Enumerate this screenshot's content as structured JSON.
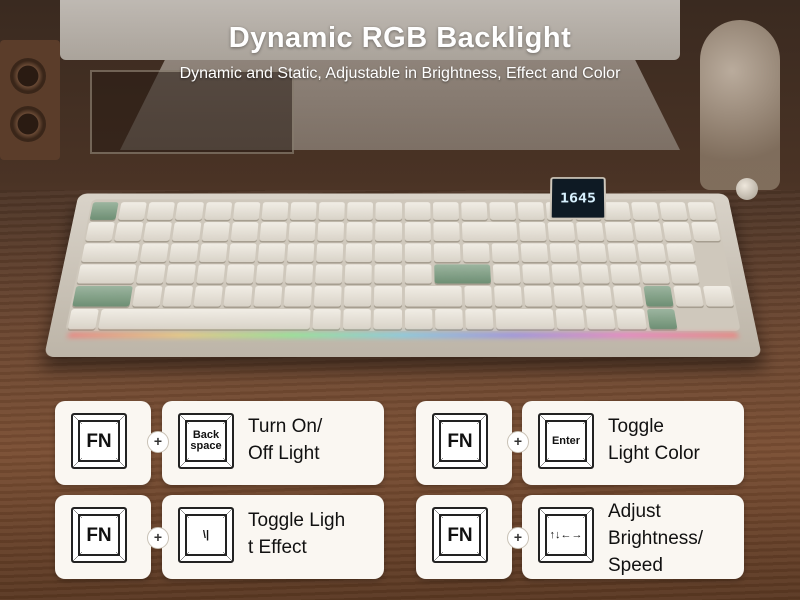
{
  "header": {
    "title": "Dynamic RGB Backlight",
    "subtitle": "Dynamic and Static, Adjustable in Brightness, Effect and Color"
  },
  "keyboard": {
    "screen_time": "1645"
  },
  "shortcuts": [
    {
      "modifier": "FN",
      "plus": "+",
      "key": "Back space",
      "desc_line1": "Turn On/",
      "desc_line2": "Off Light",
      "desc_line3": ""
    },
    {
      "modifier": "FN",
      "plus": "+",
      "key": "Enter",
      "desc_line1": "Toggle",
      "desc_line2": "Light Color",
      "desc_line3": ""
    },
    {
      "modifier": "FN",
      "plus": "+",
      "key": "\\|",
      "desc_line1": "Toggle Ligh",
      "desc_line2": "t Effect",
      "desc_line3": ""
    },
    {
      "modifier": "FN",
      "plus": "+",
      "key": "↑↓←→",
      "desc_line1": "Adjust",
      "desc_line2": "Brightness/",
      "desc_line3": "Speed"
    }
  ],
  "colors": {
    "card_bg": "#faf7f2",
    "accent_green": "#6e8f74",
    "text": "#111111"
  }
}
